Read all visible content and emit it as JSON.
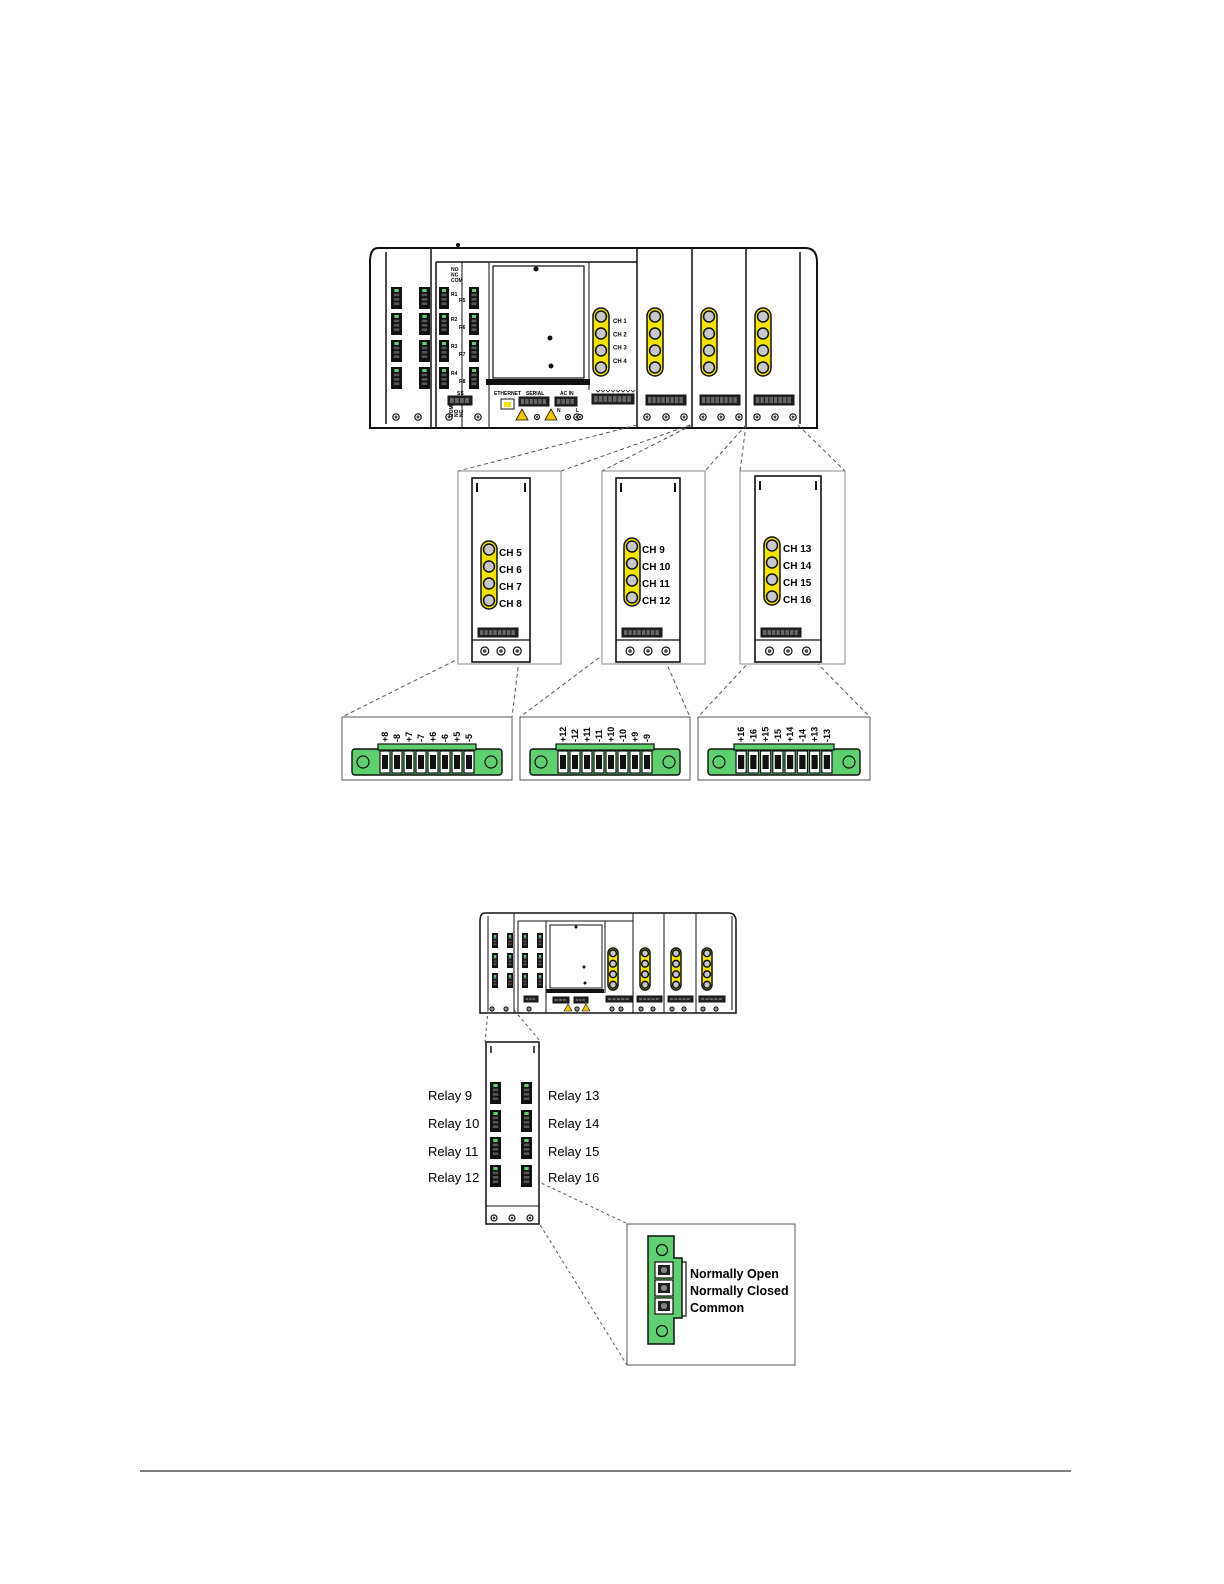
{
  "figure1": {
    "main_unit_labels": {
      "relay_header": [
        "NO",
        "NC",
        "COM"
      ],
      "relays": [
        "R1",
        "R2",
        "R3",
        "R4",
        "R5",
        "R6",
        "R7",
        "R8"
      ],
      "ss_label": "SS",
      "ss_pins": [
        "COM",
        "NO",
        "NC"
      ],
      "channels": [
        "CH 1",
        "CH 2",
        "CH 3",
        "CH 4"
      ],
      "ethernet": "ETHERNET",
      "serial": "SERIAL",
      "ac_in": "AC IN",
      "ac_n": "N",
      "ac_l": "L"
    },
    "modules": [
      {
        "channels": [
          "CH 5",
          "CH 6",
          "CH 7",
          "CH 8"
        ],
        "pins": [
          "+8",
          "-8",
          "+7",
          "-7",
          "+6",
          "-6",
          "+5",
          "-5"
        ]
      },
      {
        "channels": [
          "CH 9",
          "CH 10",
          "CH 11",
          "CH 12"
        ],
        "pins": [
          "+12",
          "-12",
          "+11",
          "-11",
          "+10",
          "-10",
          "+9",
          "-9"
        ]
      },
      {
        "channels": [
          "CH 13",
          "CH 14",
          "CH 15",
          "CH 16"
        ],
        "pins": [
          "+16",
          "-16",
          "+15",
          "-15",
          "+14",
          "-14",
          "+13",
          "-13"
        ]
      }
    ]
  },
  "figure2": {
    "relays_left": [
      "Relay 9",
      "Relay 10",
      "Relay 11",
      "Relay 12"
    ],
    "relays_right": [
      "Relay 13",
      "Relay 14",
      "Relay 15",
      "Relay 16"
    ],
    "contacts": [
      "Normally Open",
      "Normally Closed",
      "Common"
    ]
  },
  "colors": {
    "connector_green": "#5fcf6f",
    "channel_yellow": "#f2e400",
    "channel_grey": "#c8c8c8",
    "line": "#111111"
  }
}
